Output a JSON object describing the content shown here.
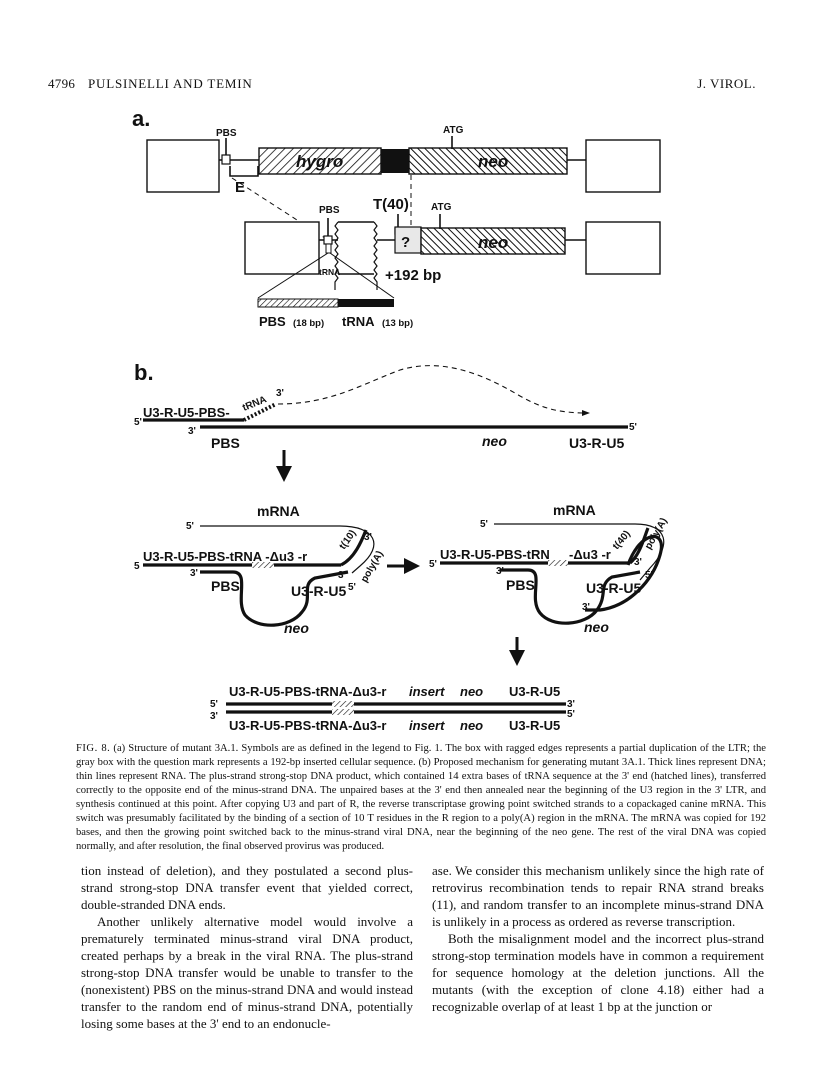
{
  "header": {
    "page_number": "4796",
    "authors": "PULSINELLI AND TEMIN",
    "journal": "J. VIROL."
  },
  "figure": {
    "panel_a": {
      "label": "a.",
      "pbs_top": "PBS",
      "e_label": "E",
      "hygro": "hygro",
      "neo_top": "neo",
      "atg_top": "ATG",
      "t40": "T(40)",
      "pbs_mid": "PBS",
      "trna_small": "tRNA",
      "question": "?",
      "atg_mid": "ATG",
      "neo_mid": "neo",
      "bp192": "+192 bp",
      "legend_pbs": "PBS",
      "legend_pbs_bp": "(18 bp)",
      "legend_trna": "tRNA",
      "legend_trna_bp": "(13 bp)"
    },
    "panel_b": {
      "label": "b.",
      "s1_five": "5'",
      "s1_top": "U3-R-U5-PBS-",
      "s1_trna": "tRNA",
      "s1_three_top": "3'",
      "s1_three_bot": "3'",
      "s1_pbs": "PBS",
      "s1_neo": "neo",
      "s1_ltr": "U3-R-U5",
      "s1_five_right": "5'",
      "l_mrna": "mRNA",
      "l_five_mrna": "5'",
      "l_five": "5",
      "l_strand": "U3-R-U5-PBS-tRNA -Δu3 -r",
      "l_t10": "t(10)",
      "l_polya": "poly(A)",
      "l_three_a": "3'",
      "l_three_b": "3'",
      "l_five_b": "5'",
      "l_three_c": "3'",
      "l_pbs": "PBS",
      "l_ltr": "U3-R-U5",
      "l_neo": "neo",
      "r_mrna": "mRNA",
      "r_five_mrna": "5'",
      "r_five": "5'",
      "r_strand": "U3-R-U5-PBS-tRN",
      "r_strand2": "-Δu3 -r",
      "r_t40": "t(40)",
      "r_polya": "poly(A)",
      "r_three_a": "3'",
      "r_three_b": "3'",
      "r_five_b": "5'",
      "r_pbs": "PBS",
      "r_ltr": "U3-R-U5",
      "r_neo": "neo",
      "r_three_c": "3'",
      "f_five_l": "5'",
      "f_three_l": "3'",
      "f_top": "U3-R-U5-PBS-tRNA-Δu3-r",
      "f_top_insert": "insert",
      "f_top_neo": "neo",
      "f_top_ltr": "U3-R-U5",
      "f_three_r": "3'",
      "f_five_r": "5'",
      "f_bot": "U3-R-U5-PBS-tRNA-Δu3-r",
      "f_bot_insert": "insert",
      "f_bot_neo": "neo",
      "f_bot_ltr": "U3-R-U5"
    }
  },
  "caption": {
    "label": "FIG. 8.",
    "text": "(a) Structure of mutant 3A.1. Symbols are as defined in the legend to Fig. 1. The box with ragged edges represents a partial duplication of the LTR; the gray box with the question mark represents a 192-bp inserted cellular sequence. (b) Proposed mechanism for generating mutant 3A.1. Thick lines represent DNA; thin lines represent RNA. The plus-strand strong-stop DNA product, which contained 14 extra bases of tRNA sequence at the 3' end (hatched lines), transferred correctly to the opposite end of the minus-strand DNA. The unpaired bases at the 3' end then annealed near the beginning of the U3 region in the 3' LTR, and synthesis continued at this point. After copying U3 and part of R, the reverse transcriptase growing point switched strands to a copackaged canine mRNA. This switch was presumably facilitated by the binding of a section of 10 T residues in the R region to a poly(A) region in the mRNA. The mRNA was copied for 192 bases, and then the growing point switched back to the minus-strand viral DNA, near the beginning of the neo gene. The rest of the viral DNA was copied normally, and after resolution, the final observed provirus was produced."
  },
  "body": {
    "left_p1": "tion instead of deletion), and they postulated a second plus-strand strong-stop DNA transfer event that yielded correct, double-stranded DNA ends.",
    "left_p2": "Another unlikely alternative model would involve a prematurely terminated minus-strand viral DNA product, created perhaps by a break in the viral RNA. The plus-strand strong-stop DNA transfer would be unable to transfer to the (nonexistent) PBS on the minus-strand DNA and would instead transfer to the random end of minus-strand DNA, potentially losing some bases at the 3' end to an endonucle-",
    "right_p1": "ase. We consider this mechanism unlikely since the high rate of retrovirus recombination tends to repair RNA strand breaks (11), and random transfer to an incomplete minus-strand DNA is unlikely in a process as ordered as reverse transcription.",
    "right_p2": "Both the misalignment model and the incorrect plus-strand strong-stop termination models have in common a requirement for sequence homology at the deletion junctions. All the mutants (with the exception of clone 4.18) either had a recognizable overlap of at least 1 bp at the junction or"
  }
}
